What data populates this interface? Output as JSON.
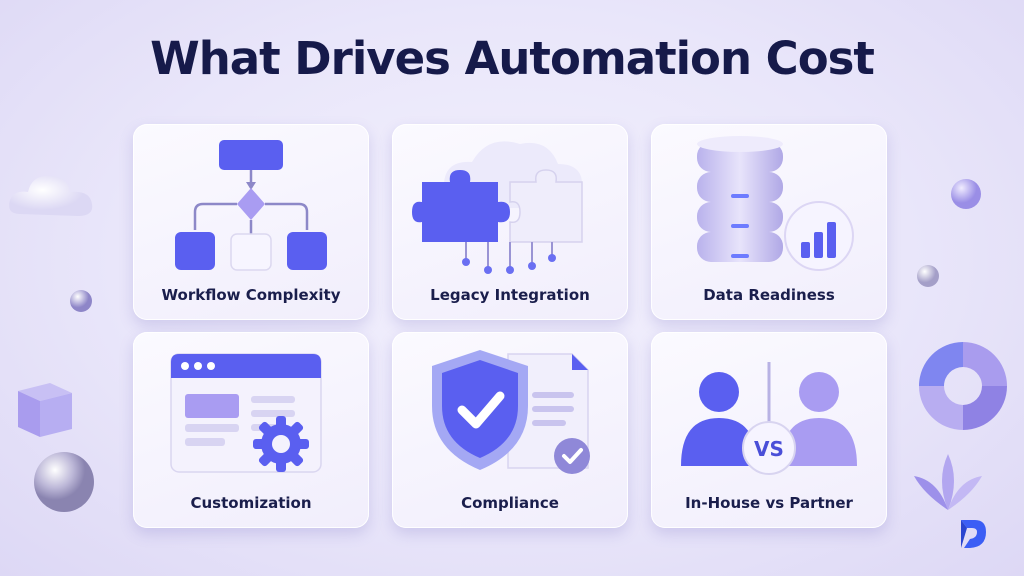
{
  "title": "What Drives Automation Cost",
  "cards": [
    {
      "label": "Workflow Complexity",
      "icon": "workflow-icon"
    },
    {
      "label": "Legacy Integration",
      "icon": "puzzle-icon"
    },
    {
      "label": "Data Readiness",
      "icon": "database-icon"
    },
    {
      "label": "Customization",
      "icon": "browser-gear-icon"
    },
    {
      "label": "Compliance",
      "icon": "shield-check-icon"
    },
    {
      "label": "In-House vs Partner",
      "icon": "people-vs-icon"
    }
  ],
  "vs_text": "VS",
  "colors": {
    "accent": "#5a5ff0",
    "light_accent": "#a99cf2",
    "title": "#161a4a"
  }
}
